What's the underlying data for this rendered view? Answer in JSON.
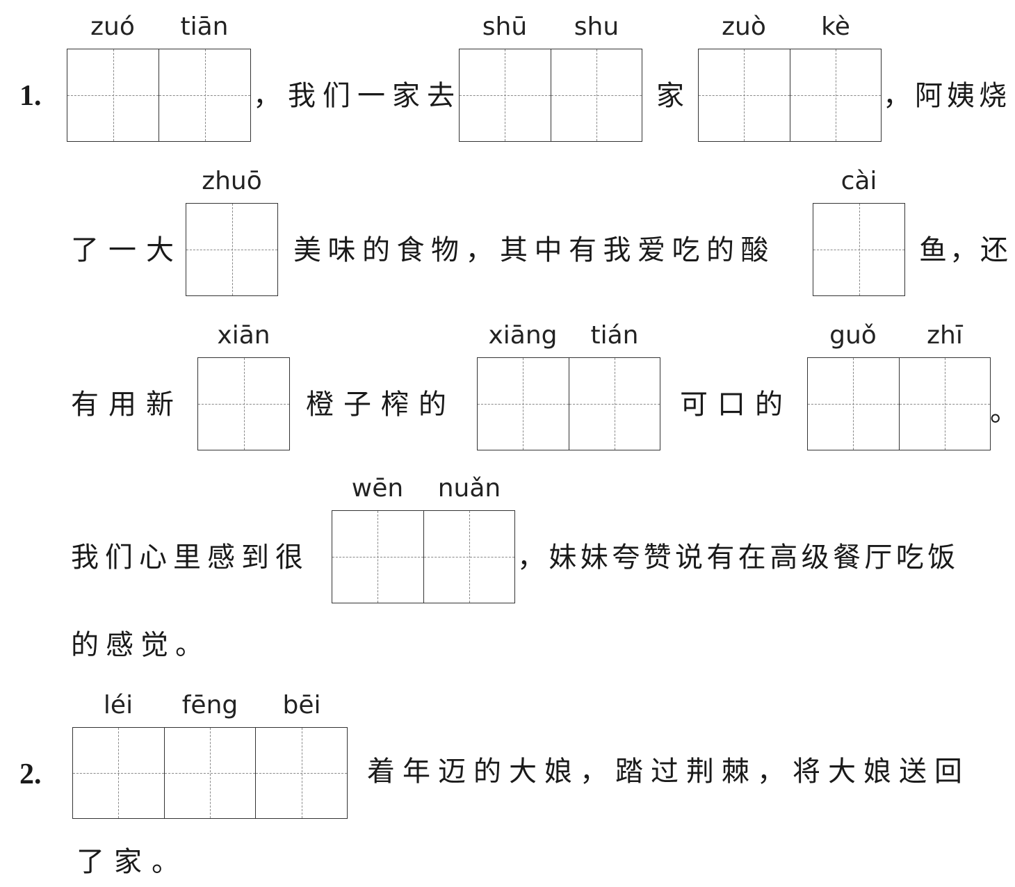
{
  "q1": {
    "number": "1.",
    "pinyin": {
      "zuo": "zuó",
      "tian": "tiān",
      "shu1": "shū",
      "shu2": "shu",
      "zuo2": "zuò",
      "ke": "kè",
      "zhuo": "zhuō",
      "cai": "cài",
      "xian": "xiān",
      "xiang": "xiāng",
      "tian2": "tián",
      "guo": "guǒ",
      "zhi": "zhī",
      "wen": "wēn",
      "nuan": "nuǎn"
    },
    "line1": {
      "a": "，我们一家去",
      "b": "家",
      "c": "，阿姨烧"
    },
    "line2": {
      "a": "了一大",
      "b": "美味的食物，其中有我爱吃的酸",
      "c": "鱼，还"
    },
    "line3": {
      "a": "有用新",
      "b": "橙子榨的",
      "c": "可口的",
      "d": "。"
    },
    "line4": {
      "a": "我们心里感到很",
      "b": "，妹妹夸赞说有在高级餐厅吃饭"
    },
    "line5": {
      "a": "的感觉。"
    }
  },
  "q2": {
    "number": "2.",
    "pinyin": {
      "lei": "léi",
      "feng": "fēng",
      "bei": "bēi"
    },
    "line1": {
      "a": "着年迈的大娘，踏过荆棘，将大娘送回"
    },
    "line2": {
      "a": "了家。"
    }
  }
}
